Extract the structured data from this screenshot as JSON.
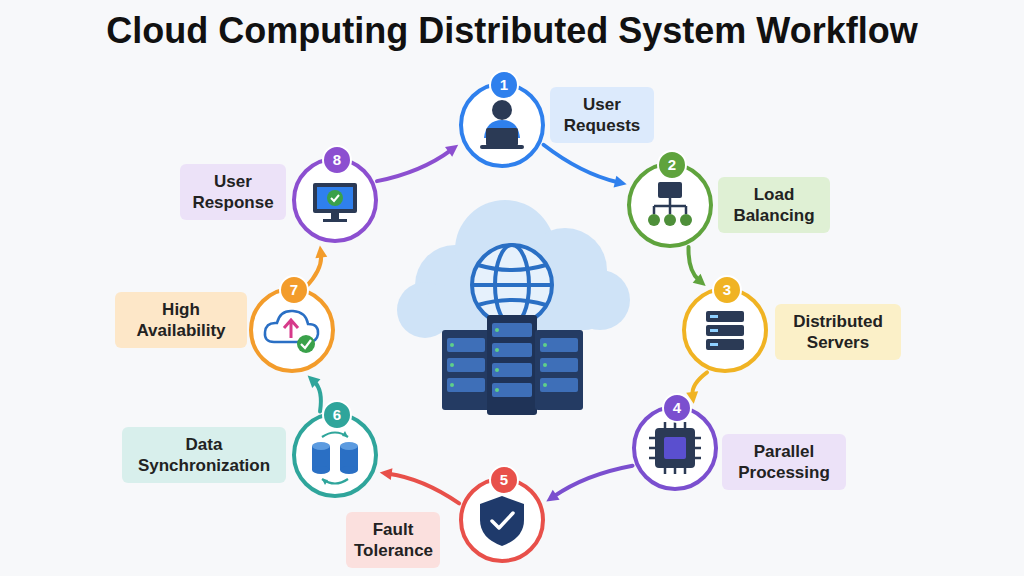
{
  "diagram": {
    "title": "Cloud Computing Distributed System Workflow",
    "nodes": [
      {
        "text": [
          "1",
          "User Requests"
        ]
      },
      {
        "text": [
          "2",
          "Load Balancing"
        ]
      },
      {
        "text": [
          "3",
          "Distributed Servers"
        ]
      },
      {
        "text": [
          "4",
          "Parallel Processing"
        ]
      },
      {
        "text": [
          "5",
          "Fault Tolerance"
        ]
      },
      {
        "text": [
          "6",
          "Data Synchronization"
        ]
      },
      {
        "text": [
          "7",
          "High Availability"
        ]
      },
      {
        "text": [
          "8",
          "User Response"
        ]
      }
    ],
    "edges": [
      {
        "from": 0,
        "to": 1,
        "arrow": "to"
      },
      {
        "from": 1,
        "to": 2,
        "arrow": "to"
      },
      {
        "from": 2,
        "to": 3,
        "arrow": "to"
      },
      {
        "from": 3,
        "to": 4,
        "arrow": "to"
      },
      {
        "from": 4,
        "to": 5,
        "arrow": "to"
      },
      {
        "from": 5,
        "to": 6,
        "arrow": "to"
      },
      {
        "from": 6,
        "to": 7,
        "arrow": "to"
      },
      {
        "from": 7,
        "to": 0,
        "arrow": "to"
      }
    ]
  }
}
